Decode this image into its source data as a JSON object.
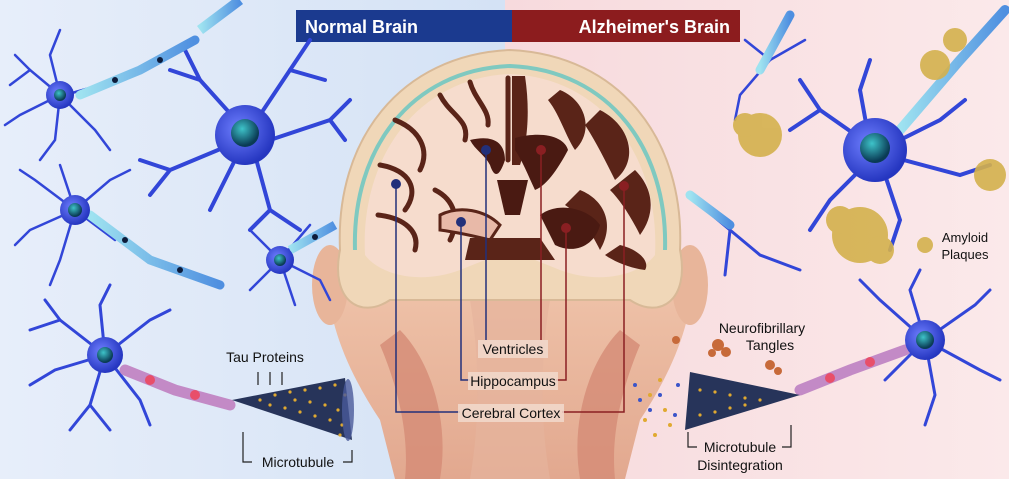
{
  "header": {
    "normal_title": "Normal Brain",
    "alz_title": "Alzheimer's Brain",
    "normal_color": "#1a3a8c",
    "alz_color": "#8c1a1a"
  },
  "labels": {
    "ventricles": "Ventricles",
    "hippocampus": "Hippocampus",
    "cerebral_cortex": "Cerebral Cortex",
    "tau_proteins": "Tau Proteins",
    "microtubule": "Microtubule",
    "neurofibrillary_line1": "Neurofibrillary",
    "neurofibrillary_line2": "Tangles",
    "amyloid_line1": "Amyloid",
    "amyloid_line2": "Plaques",
    "disintegration_line1": "Microtubule",
    "disintegration_line2": "Disintegration"
  },
  "colors": {
    "left_bg": "#dfe9f7",
    "right_bg": "#f9e4e6",
    "neuron_blue": "#3a4fd6",
    "neuron_dark": "#1e2a9e",
    "plaque_gold": "#c9a543",
    "brain_tissue": "#f4d8c8",
    "brain_folds": "#6b2e1e",
    "normal_pointer": "#22307a",
    "alz_pointer": "#8a1f22"
  },
  "icons": {
    "pointer_dot": "circle-marker"
  }
}
